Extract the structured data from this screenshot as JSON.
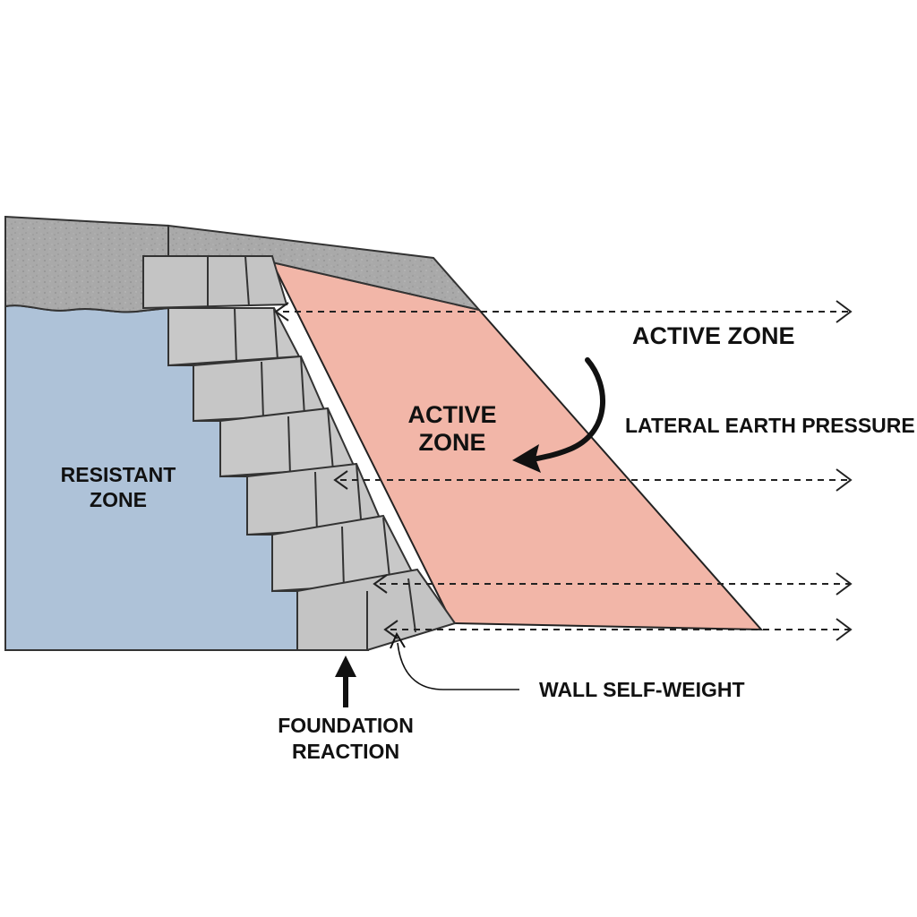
{
  "colors": {
    "background": "#ffffff",
    "resistant_zone": "#aec2d8",
    "active_zone": "#f2b6a8",
    "soil_gravel": "#a8a8a8",
    "wall_block": "#c8c8c8",
    "wall_block_front": "#bdbdbd",
    "outline": "#222222",
    "arrow": "#111111"
  },
  "labels": {
    "resistant_zone": [
      "RESISTANT",
      "ZONE"
    ],
    "active_zone_inner": [
      "ACTIVE",
      "ZONE"
    ],
    "active_zone_outer": "ACTIVE ZONE",
    "lateral_earth_pressure": "LATERAL EARTH PRESSURE",
    "wall_self_weight": "WALL SELF-WEIGHT",
    "foundation_reaction": [
      "FOUNDATION",
      "REACTION"
    ]
  },
  "icons": {
    "pressure_arrows": "open-chevron-arrowhead",
    "curved_arrow": "filled-arrowhead",
    "foundation_arrow": "filled-arrowhead"
  }
}
